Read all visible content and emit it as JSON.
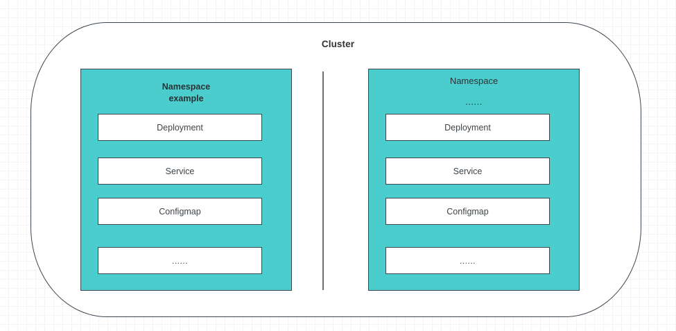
{
  "diagram": {
    "title": "Cluster",
    "background": {
      "grid_minor_color": "#f4f4f4",
      "grid_major_color": "#ececed",
      "page_color": "#ffffff"
    },
    "colors": {
      "namespace_fill": "#4ccdcd",
      "stroke": "#3b4650",
      "text": "#3d4449",
      "divider": "#6b6f73"
    },
    "divider_present": true,
    "namespaces": [
      {
        "id": "left",
        "header_lines": [
          "Namespace",
          "example"
        ],
        "header_bold": true,
        "resources": [
          {
            "label": "Deployment"
          },
          {
            "label": "Service"
          },
          {
            "label": "Configmap"
          },
          {
            "label": "......"
          }
        ]
      },
      {
        "id": "right",
        "header_lines": [
          "Namespace",
          "......"
        ],
        "header_bold": false,
        "resources": [
          {
            "label": "Deployment"
          },
          {
            "label": "Service"
          },
          {
            "label": "Configmap"
          },
          {
            "label": "......"
          }
        ]
      }
    ]
  }
}
